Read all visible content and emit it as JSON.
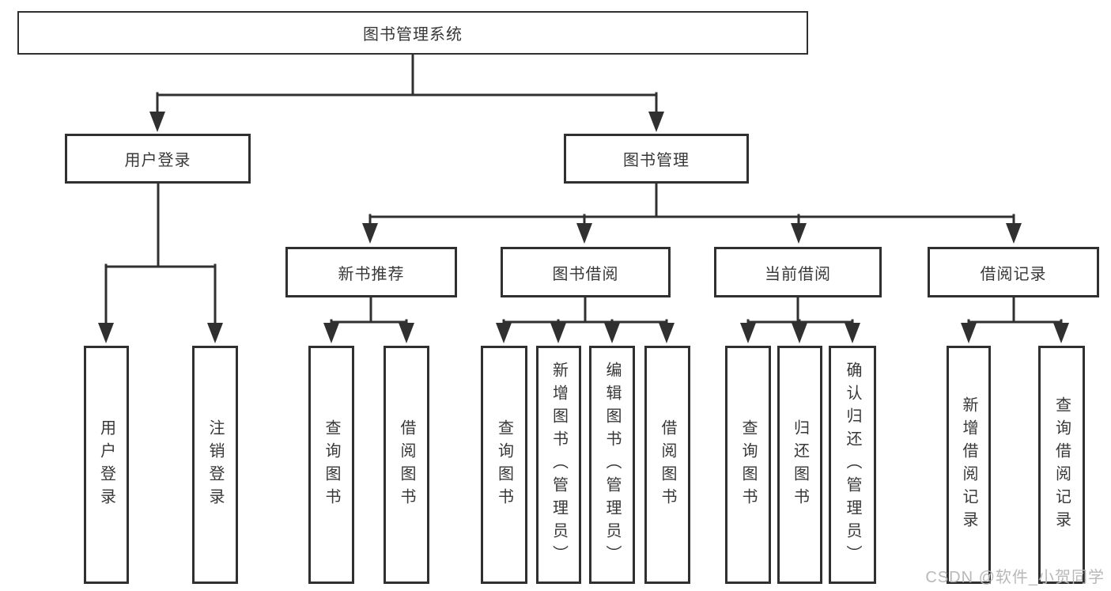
{
  "tree": {
    "root": {
      "label": "图书管理系统"
    },
    "level2": [
      {
        "label": "用户登录"
      },
      {
        "label": "图书管理"
      }
    ],
    "level3": [
      {
        "label": "新书推荐",
        "parent": "图书管理"
      },
      {
        "label": "图书借阅",
        "parent": "图书管理"
      },
      {
        "label": "当前借阅",
        "parent": "图书管理"
      },
      {
        "label": "借阅记录",
        "parent": "图书管理"
      }
    ],
    "leaves": [
      {
        "label": "用户登录",
        "parent": "用户登录"
      },
      {
        "label": "注销登录",
        "parent": "用户登录"
      },
      {
        "label": "查询图书",
        "parent": "新书推荐"
      },
      {
        "label": "借阅图书",
        "parent": "新书推荐"
      },
      {
        "label": "查询图书",
        "parent": "图书借阅"
      },
      {
        "label": "新增图书（管理员）",
        "parent": "图书借阅"
      },
      {
        "label": "编辑图书（管理员）",
        "parent": "图书借阅"
      },
      {
        "label": "借阅图书",
        "parent": "图书借阅"
      },
      {
        "label": "查询图书",
        "parent": "当前借阅"
      },
      {
        "label": "归还图书",
        "parent": "当前借阅"
      },
      {
        "label": "确认归还（管理员）",
        "parent": "当前借阅"
      },
      {
        "label": "新增借阅记录",
        "parent": "借阅记录"
      },
      {
        "label": "查询借阅记录",
        "parent": "借阅记录"
      }
    ]
  },
  "watermark": "CSDN @软件_小贺同学",
  "colors": {
    "line": "#303030",
    "text": "#383838",
    "watermark": "#b8b8b8",
    "background": "#ffffff"
  }
}
